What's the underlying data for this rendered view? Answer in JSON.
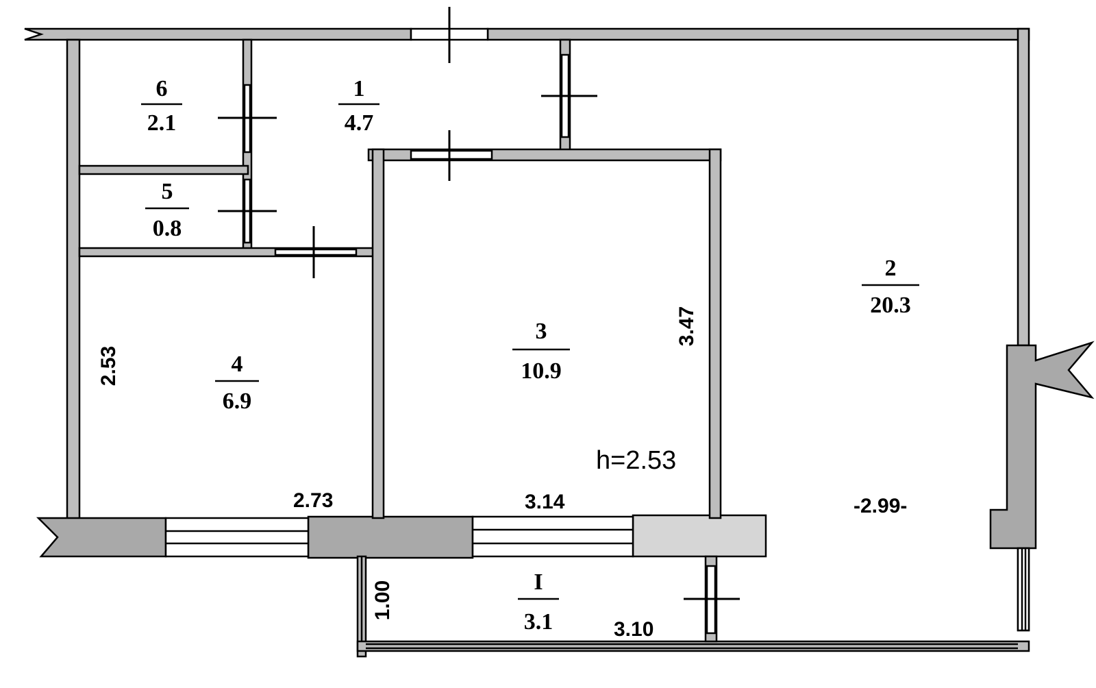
{
  "rooms": [
    {
      "number": "1",
      "area": "4.7"
    },
    {
      "number": "2",
      "area": "20.3"
    },
    {
      "number": "3",
      "area": "10.9"
    },
    {
      "number": "4",
      "area": "6.9"
    },
    {
      "number": "5",
      "area": "0.8"
    },
    {
      "number": "6",
      "area": "2.1"
    },
    {
      "number": "I",
      "area": "3.1"
    }
  ],
  "dimensions": {
    "room4_height": "2.53",
    "room4_width": "2.73",
    "room3_width": "3.14",
    "room3_height": "3.47",
    "room2_width": "-2.99-",
    "balcony_depth": "1.00",
    "balcony_width": "3.10"
  },
  "ceiling_height": "h=2.53"
}
